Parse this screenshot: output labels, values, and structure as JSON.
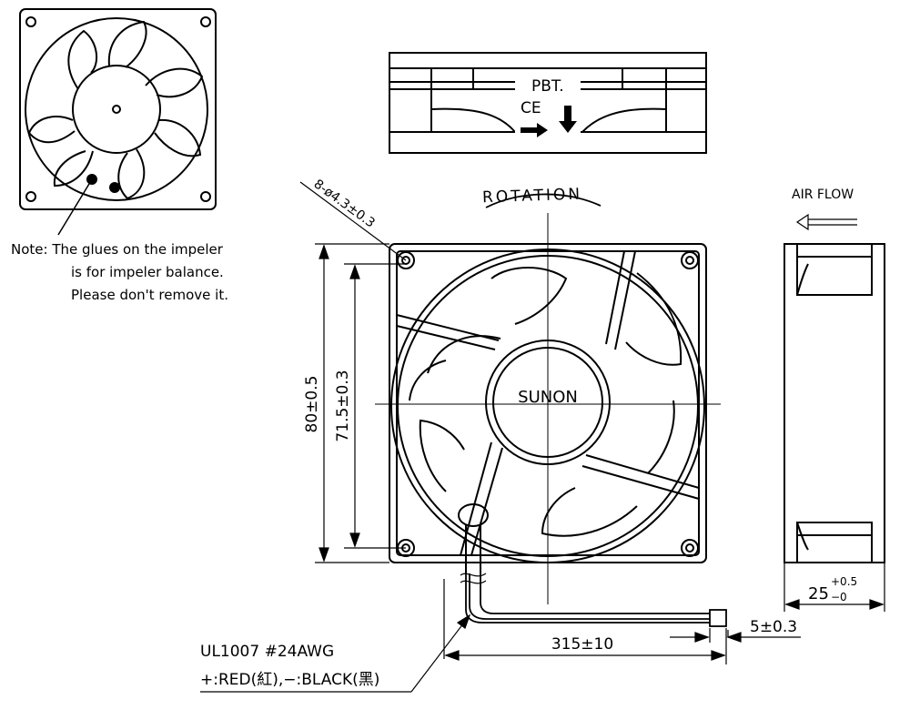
{
  "notes": {
    "line1": "Note:  The glues on the impeler",
    "line2": "is for impeler balance.",
    "line3": "Please don't remove it."
  },
  "labels": {
    "pbt": "PBT.",
    "ce": "CE",
    "rotation": "ROTATION",
    "air_flow": "AIR FLOW",
    "brand": "SUNON",
    "cable_spec": "UL1007   #24AWG",
    "cable_colors": "+:RED(紅),−:BLACK(黑)"
  },
  "dimensions": {
    "hole_spec": "8-ø4.3±0.3",
    "outer_size": "80±0.5",
    "hole_spacing": "71.5±0.3",
    "thickness_base": "25",
    "thickness_tol_plus": "+0.5",
    "thickness_tol_minus": "−0",
    "lead_length": "315±10",
    "strip_length": "5±0.3"
  }
}
